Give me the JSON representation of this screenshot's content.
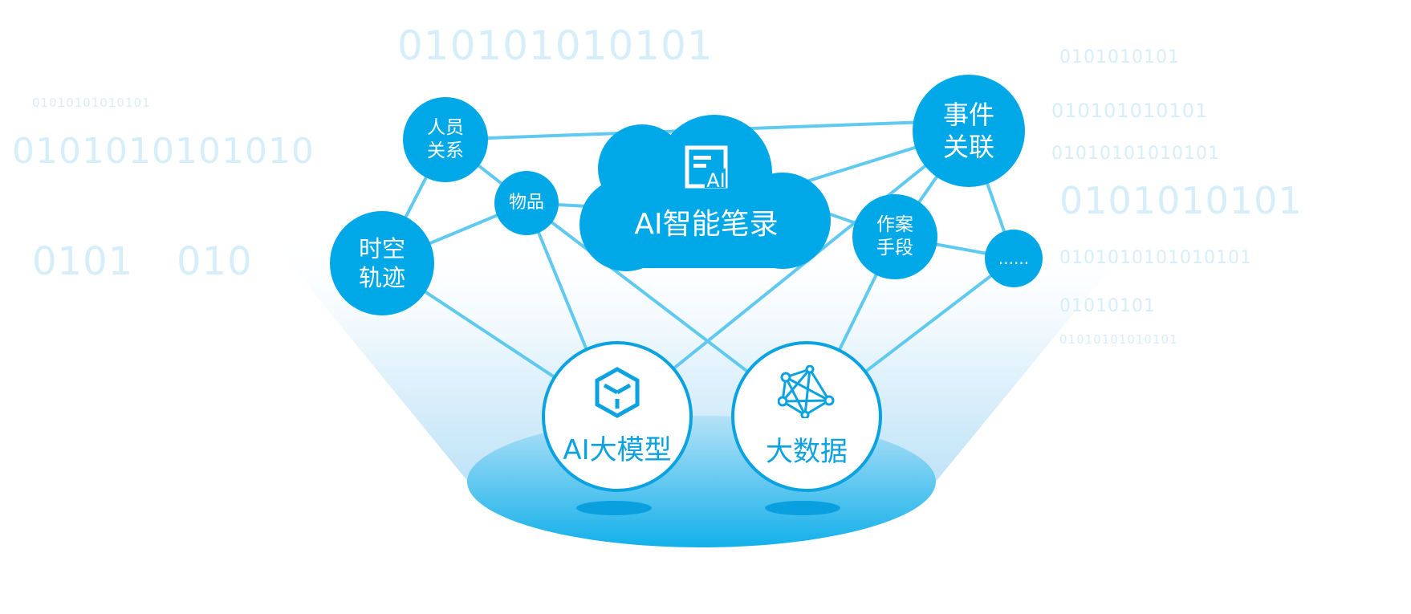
{
  "title": "AI智能笔录",
  "hub_icon": "ai-document-icon",
  "nodes": {
    "people": [
      "人员",
      "关系"
    ],
    "items": [
      "物品"
    ],
    "spacetime": [
      "时空",
      "轨迹"
    ],
    "events": [
      "事件",
      "关联"
    ],
    "methods": [
      "作案",
      "手段"
    ],
    "more": [
      "......"
    ]
  },
  "foundations": {
    "ai_model": {
      "label": "AI大模型",
      "icon": "cube-icon"
    },
    "big_data": {
      "label": "大数据",
      "icon": "network-graph-icon"
    }
  },
  "binary_text": [
    "010101010101",
    "01010101010101",
    "0101010101010",
    "0101010101",
    "01010101",
    "010101010101",
    "01010101010101",
    "0101010101",
    "0101010101010101",
    "01010101010101",
    "0101",
    "010"
  ],
  "colors": {
    "primary": "#00a8e8",
    "line": "#5fc9f0",
    "outline": "#0aa2e0"
  }
}
